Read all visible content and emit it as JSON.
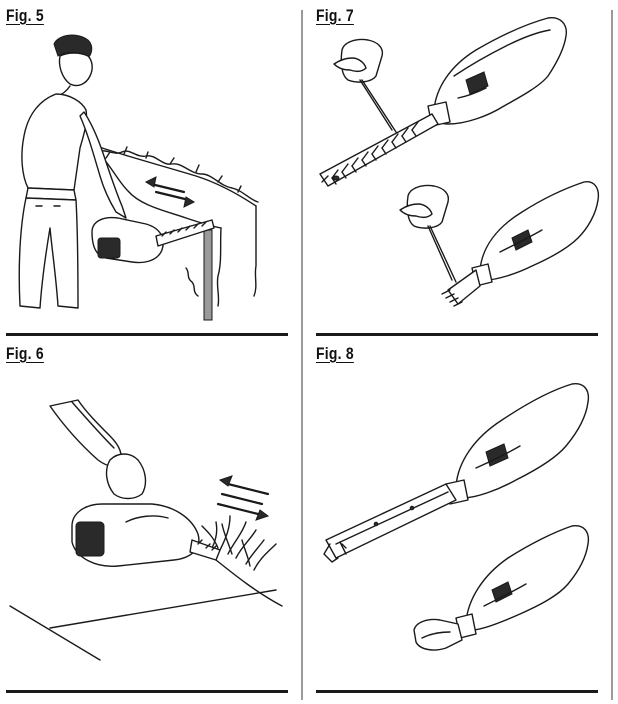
{
  "figures": [
    {
      "id": "fig5",
      "label": "Fig. 5"
    },
    {
      "id": "fig6",
      "label": "Fig. 6"
    },
    {
      "id": "fig7",
      "label": "Fig. 7"
    },
    {
      "id": "fig8",
      "label": "Fig. 8"
    }
  ]
}
